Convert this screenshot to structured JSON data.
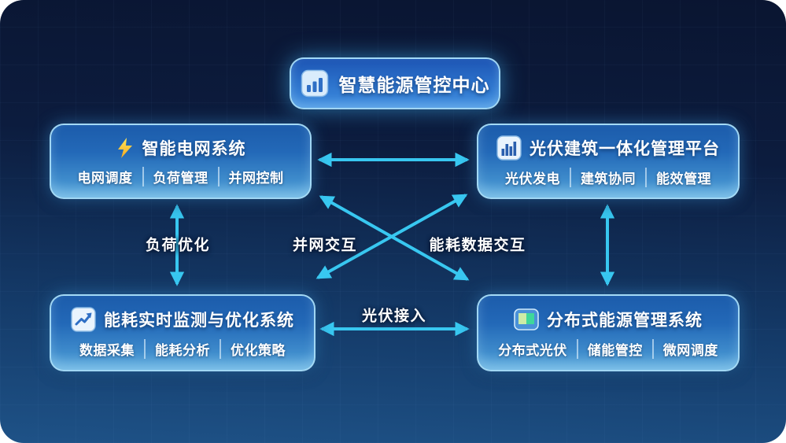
{
  "colors": {
    "canvas_top": "#0a1531",
    "canvas_bottom": "#1e5287",
    "arrow": "#38c7f0",
    "node_border": "#a8dcf7",
    "node_gradient_top": "#1c5cab",
    "node_gradient_bottom": "#66b1e0",
    "lightning_yellow": "#ffd23e",
    "panel_green_light": "#cdeca6",
    "panel_green": "#3fd79b",
    "icon_blue": "#2f6fc5"
  },
  "center_node": {
    "title": "智慧能源管控中心",
    "icon": "bar-chart-icon"
  },
  "nodes": [
    {
      "id": "smart-grid",
      "title": "智能电网系统",
      "icon": "lightning-icon",
      "features": [
        "电网调度",
        "负荷管理",
        "并网控制"
      ]
    },
    {
      "id": "pv-building",
      "title": "光伏建筑一体化管理平台",
      "icon": "building-bars-icon",
      "features": [
        "光伏发电",
        "建筑协同",
        "能效管理"
      ]
    },
    {
      "id": "energy-monitoring",
      "title": "能耗实时监测与优化系统",
      "icon": "trend-up-icon",
      "features": [
        "数据采集",
        "能耗分析",
        "优化策略"
      ]
    },
    {
      "id": "distributed-energy",
      "title": "分布式能源管理系统",
      "icon": "solar-panel-icon",
      "features": [
        "分布式光伏",
        "储能管控",
        "微网调度"
      ]
    }
  ],
  "edge_labels": [
    {
      "id": "load-optimization",
      "text": "负荷优化"
    },
    {
      "id": "grid-interaction",
      "text": "并网交互"
    },
    {
      "id": "energy-data-exchange",
      "text": "能耗数据交互"
    },
    {
      "id": "pv-access",
      "text": "光伏接入"
    }
  ]
}
